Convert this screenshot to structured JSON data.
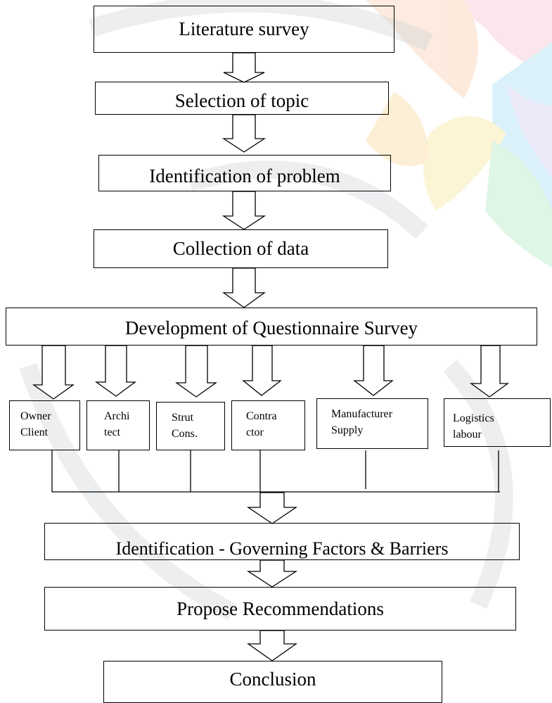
{
  "steps": {
    "literature": "Literature survey",
    "topic": "Selection of topic",
    "problem": "Identification of problem",
    "data": "Collection of data",
    "questionnaire": "Development of Questionnaire Survey",
    "identification": "Identification - Governing Factors & Barriers",
    "recommendations": "Propose Recommendations",
    "conclusion": "Conclusion"
  },
  "stakeholders": [
    {
      "line1": "Owner",
      "line2": "Client"
    },
    {
      "line1": "Archi",
      "line2": "tect"
    },
    {
      "line1": "Strut",
      "line2": "Cons."
    },
    {
      "line1": "Contra",
      "line2": "ctor"
    },
    {
      "line1": "Manufacturer",
      "line2": "Supply"
    },
    {
      "line1": "Logistics",
      "line2": "labour"
    }
  ]
}
